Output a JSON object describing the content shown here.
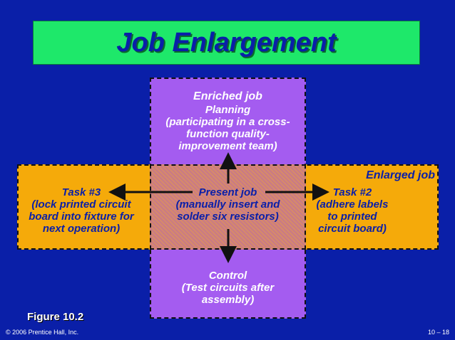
{
  "title": "Job Enlargement",
  "enriched": {
    "heading": "Enriched job",
    "lines": [
      "Planning",
      "(participating in a cross-",
      "function quality-",
      "improvement team)"
    ]
  },
  "enlarged": {
    "label": "Enlarged job"
  },
  "present": {
    "lines": [
      "Present job",
      "(manually insert and",
      "solder six resistors)"
    ]
  },
  "task3": {
    "lines": [
      "Task #3",
      "(lock printed circuit",
      "board into fixture for",
      "next operation)"
    ]
  },
  "task2": {
    "lines": [
      "Task #2",
      "(adhere labels",
      "to printed",
      "circuit board)"
    ]
  },
  "control": {
    "lines": [
      "Control",
      "(Test circuits after",
      "assembly)"
    ]
  },
  "figure": "Figure 10.2",
  "footer": {
    "copyright": "© 2006 Prentice Hall, Inc.",
    "page": "10 – 18"
  },
  "colors": {
    "background": "#0a1fa8",
    "title_box": "#1ee86a",
    "enriched_box": "#a45cf0",
    "enlarged_box": "#f5aa0a"
  }
}
